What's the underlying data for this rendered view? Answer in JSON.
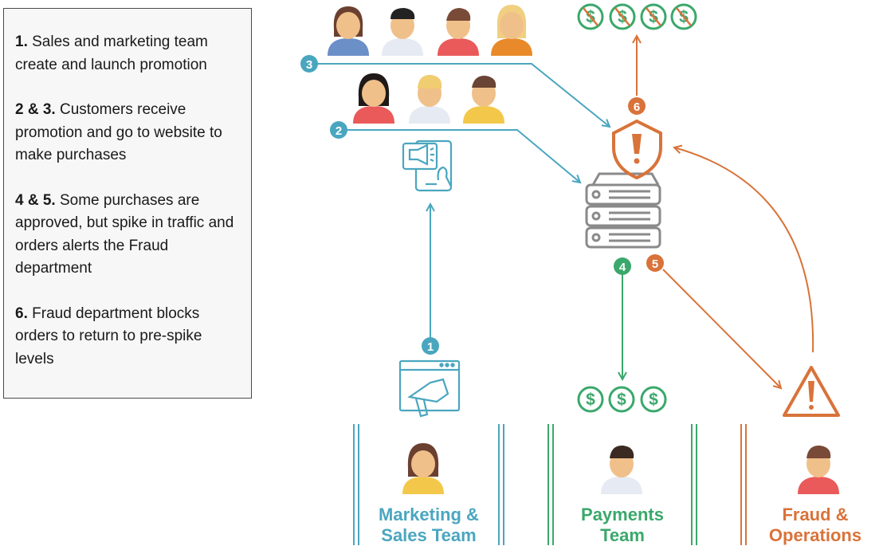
{
  "legend": {
    "steps": [
      {
        "num": "1.",
        "text": " Sales and marketing team create and launch promotion"
      },
      {
        "num": "2 & 3.",
        "text": " Customers receive promotion and go to website to make purchases"
      },
      {
        "num": "4 & 5.",
        "text": " Some purchases are approved, but spike in traffic and orders alerts the Fraud department"
      },
      {
        "num": "6.",
        "text": " Fraud department blocks orders to return to pre-spike levels"
      }
    ]
  },
  "teams": {
    "marketing": {
      "line1": "Marketing &",
      "line2": "Sales Team"
    },
    "payments": {
      "line1": "Payments",
      "line2": "Team"
    },
    "fraud": {
      "line1": "Fraud &",
      "line2": "Operations"
    }
  },
  "badges": {
    "b1": "1",
    "b2": "2",
    "b3": "3",
    "b4": "4",
    "b5": "5",
    "b6": "6"
  },
  "colors": {
    "teal": "#4aa6bf",
    "green": "#3aa86b",
    "orange": "#d9733a",
    "gray": "#8a8a8a",
    "skin": "#f0c08a"
  },
  "icons": [
    "megaphone-screen-icon",
    "phone-megaphone-icon",
    "server-icon",
    "shield-alert-icon",
    "warning-triangle-icon",
    "dollar-coin-icon",
    "blocked-dollar-icon",
    "customer-avatar-icon"
  ]
}
